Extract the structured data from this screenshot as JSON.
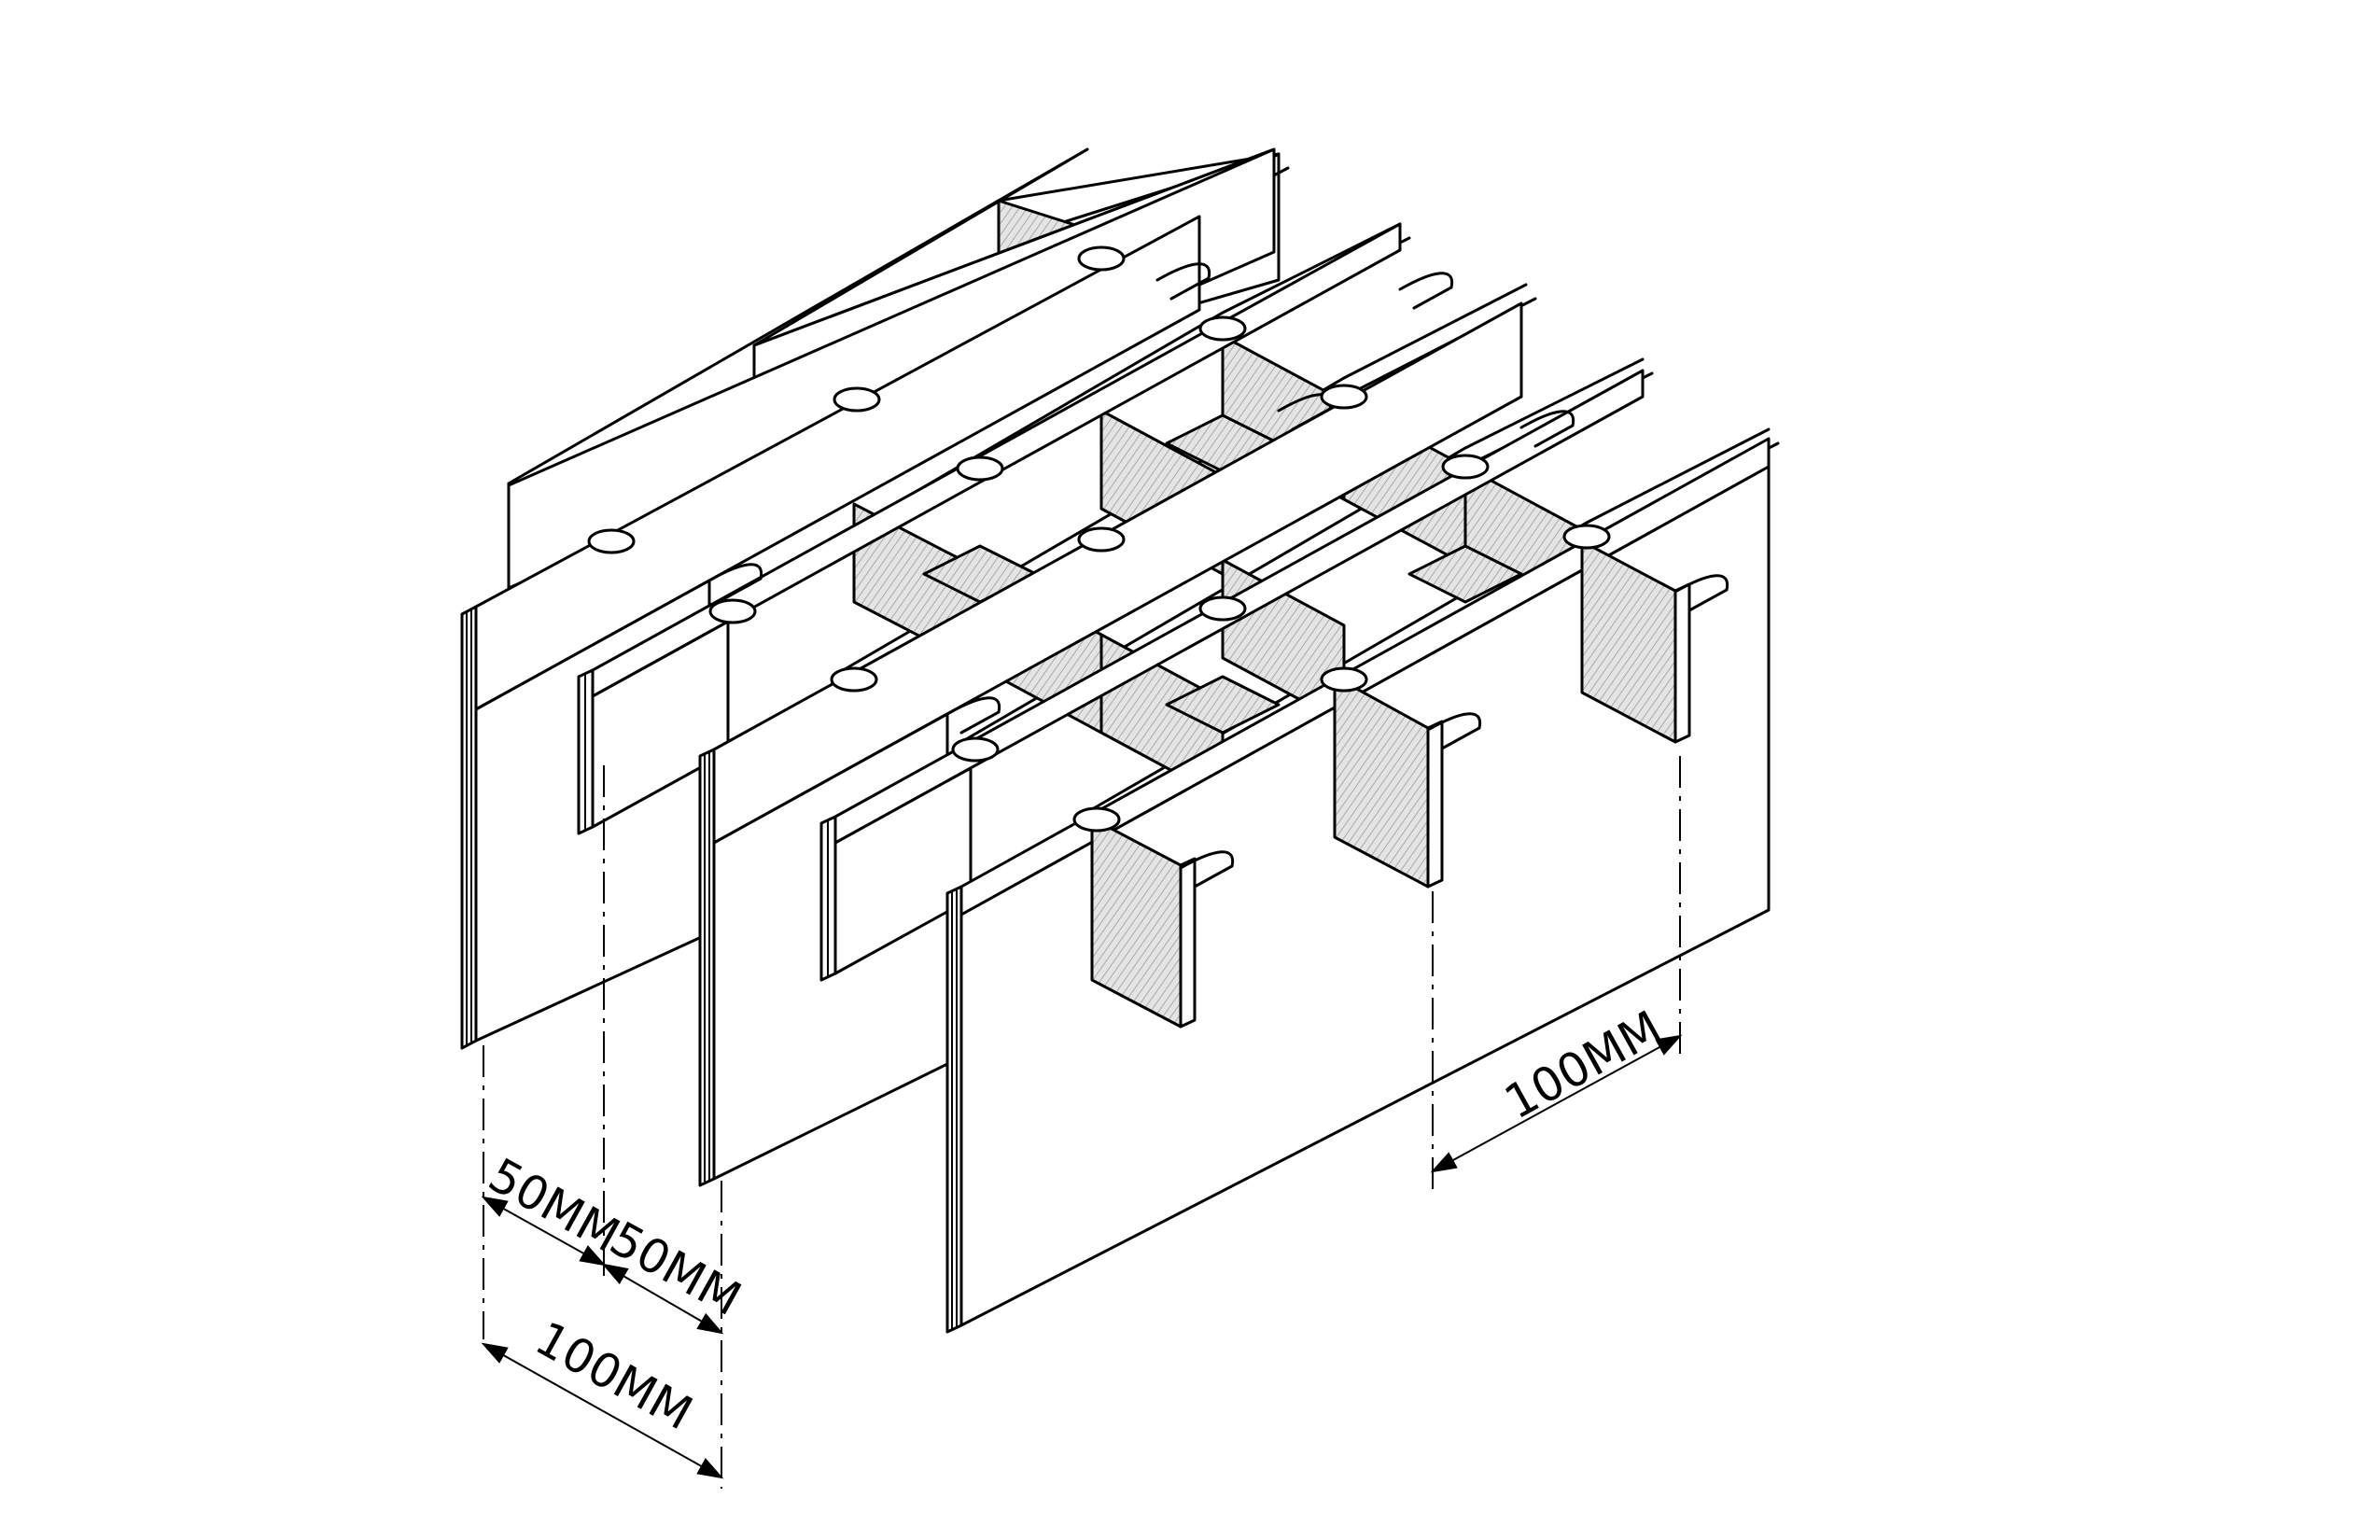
{
  "colors": {
    "line": "#000000",
    "background": "#ffffff",
    "hatch_fill": "#d9d9d9",
    "face_fill": "#ffffff"
  },
  "dimensions": {
    "pitch_a": "50MM",
    "pitch_b": "50MM",
    "bearing_pitch": "100MM",
    "cross_pitch": "100MM"
  }
}
